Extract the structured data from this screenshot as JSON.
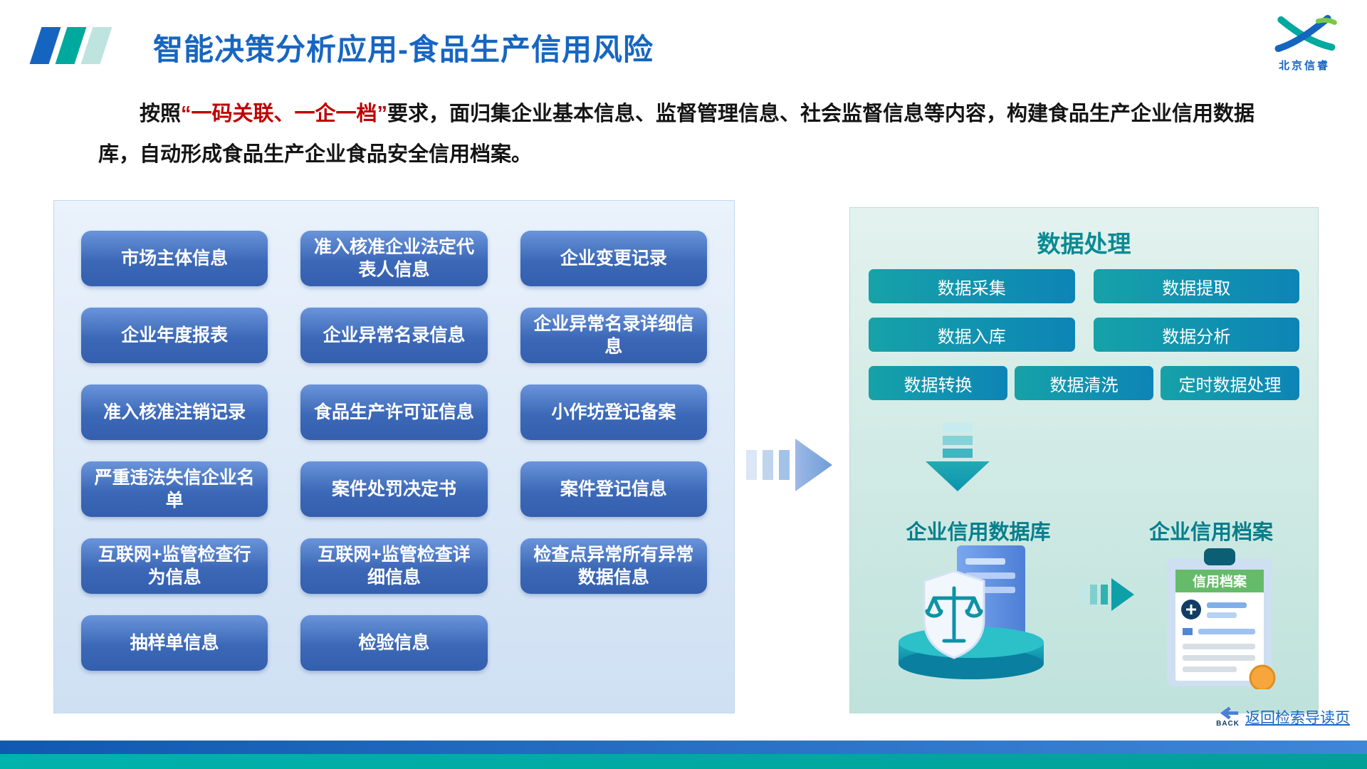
{
  "header": {
    "title": "智能决策分析应用-食品生产信用风险",
    "logo_text": "北京信睿"
  },
  "intro": {
    "prefix": "按照",
    "highlight": "“一码关联、一企一档”",
    "suffix": "要求，面归集企业基本信息、监督管理信息、社会监督信息等内容，构建食品生产企业信用数据库，自动形成食品生产企业食品安全信用档案。"
  },
  "source_panel": {
    "items": [
      "市场主体信息",
      "准入核准企业法定代表人信息",
      "企业变更记录",
      "企业年度报表",
      "企业异常名录信息",
      "企业异常名录详细信息",
      "准入核准注销记录",
      "食品生产许可证信息",
      "小作坊登记备案",
      "严重违法失信企业名单",
      "案件处罚决定书",
      "案件登记信息",
      "互联网+监管检查行为信息",
      "互联网+监管检查详细信息",
      "检查点异常所有异常数据信息",
      "抽样单信息",
      "检验信息"
    ]
  },
  "process_panel": {
    "title": "数据处理",
    "rows": [
      [
        "数据采集",
        "数据提取"
      ],
      [
        "数据入库",
        "数据分析"
      ],
      [
        "数据转换",
        "数据清洗",
        "定时数据处理"
      ]
    ],
    "database_label": "企业信用数据库",
    "archive_label": "企业信用档案",
    "archive_card_title": "信用档案"
  },
  "footer": {
    "back_caption": "BACK",
    "back_link": "返回检索导读页"
  },
  "colors": {
    "accent_blue": "#1766C2",
    "accent_teal": "#00A99D",
    "highlight_red": "#C00000",
    "source_button_blue": "#3B68B7",
    "process_button_teal": "#10939F"
  }
}
